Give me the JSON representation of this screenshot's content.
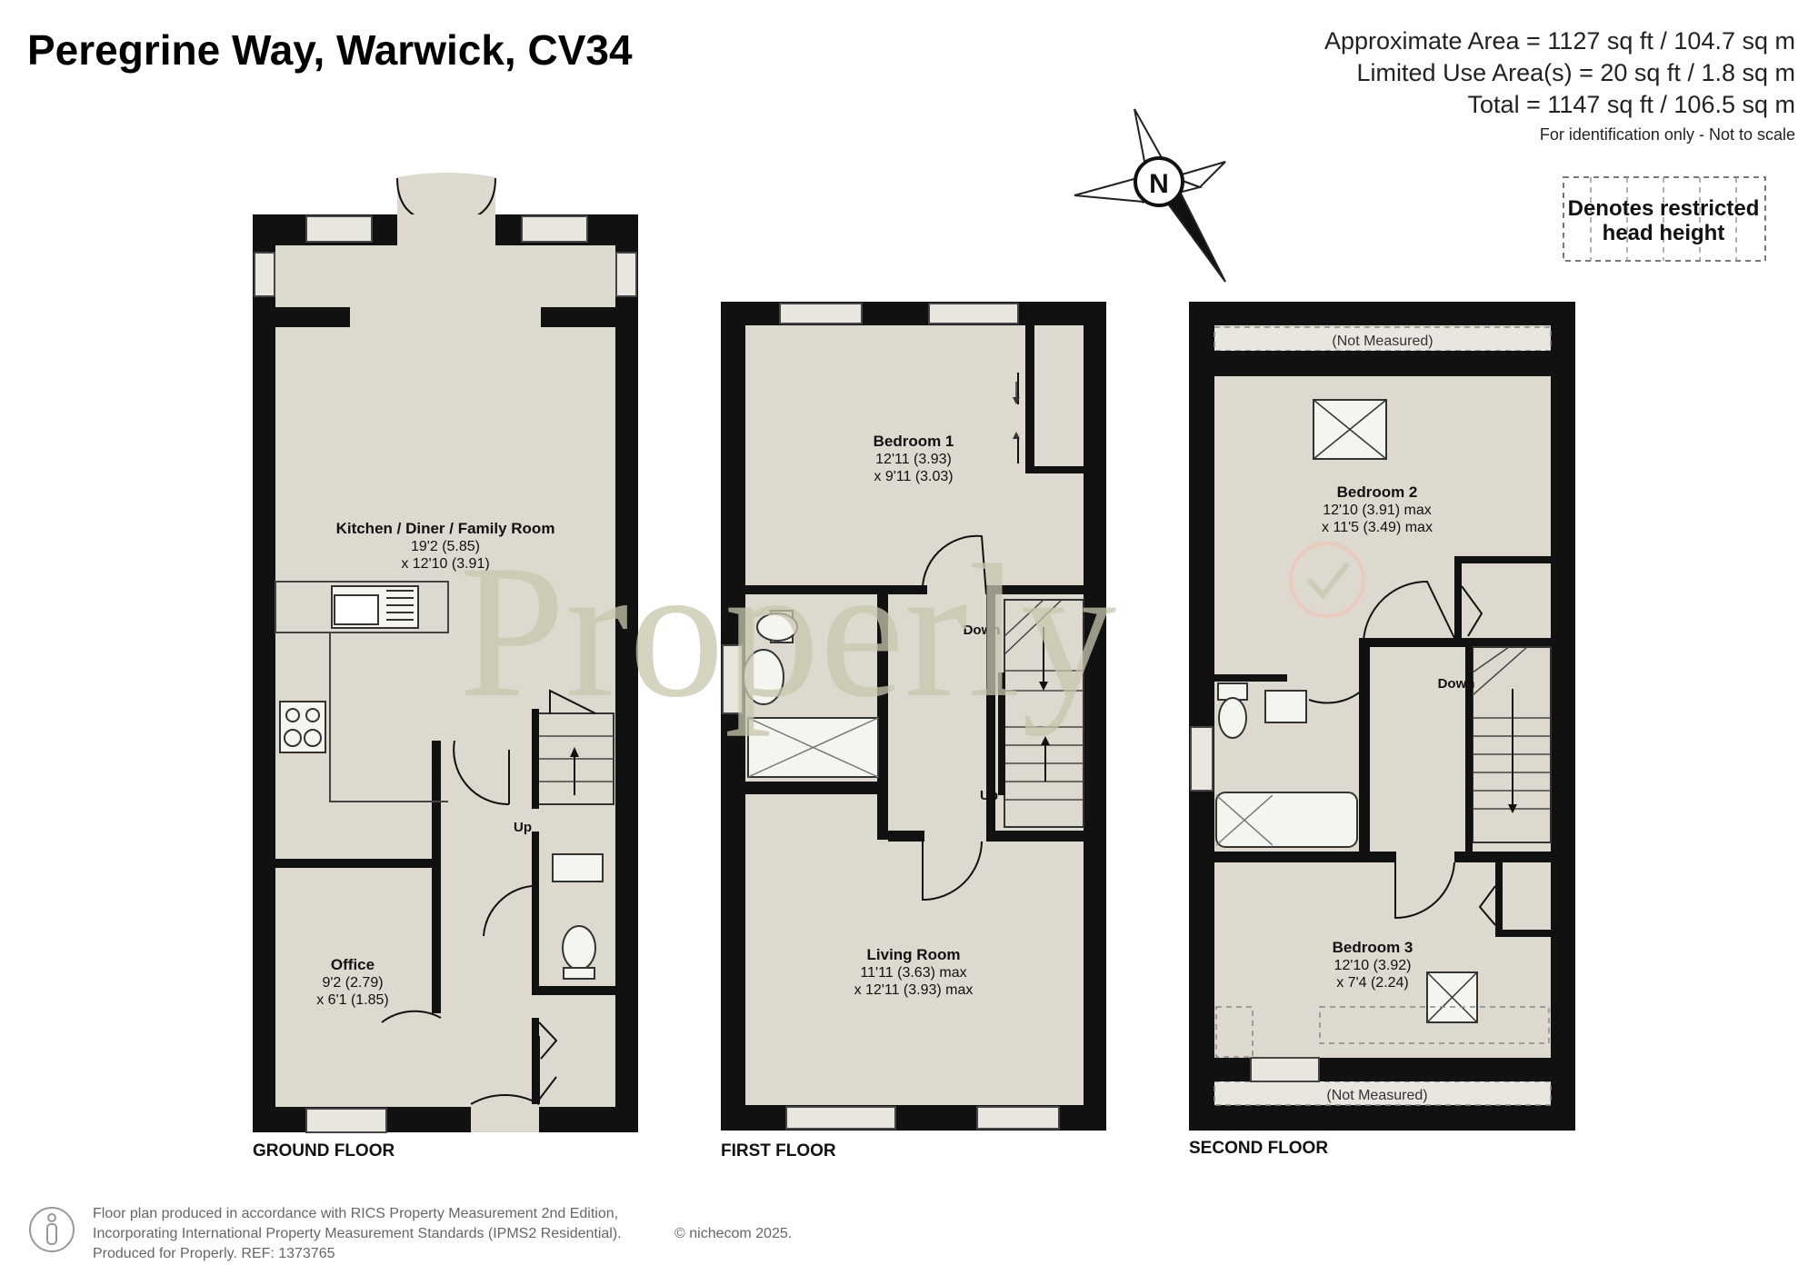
{
  "header": {
    "title": "Peregrine Way, Warwick, CV34",
    "area_lines": [
      "Approximate Area = 1127 sq ft / 104.7 sq m",
      "Limited Use Area(s) = 20 sq ft / 1.8 sq m",
      "Total = 1147 sq ft / 106.5 sq m"
    ],
    "note": "For identification only - Not to scale"
  },
  "compass": {
    "label": "N"
  },
  "legend": {
    "line1": "Denotes restricted",
    "line2": "head height"
  },
  "watermark": "Properly",
  "floors": {
    "ground": {
      "label": "GROUND FLOOR",
      "rooms": [
        {
          "name": "Kitchen / Diner / Family Room",
          "dim1": "19'2 (5.85)",
          "dim2": "x 12'10 (3.91)"
        },
        {
          "name": "Office",
          "dim1": "9'2 (2.79)",
          "dim2": "x 6'1 (1.85)"
        }
      ],
      "stairs": "Up"
    },
    "first": {
      "label": "FIRST FLOOR",
      "rooms": [
        {
          "name": "Bedroom 1",
          "dim1": "12'11 (3.93)",
          "dim2": "x 9'11 (3.03)"
        },
        {
          "name": "Living Room",
          "dim1": "11'11 (3.63) max",
          "dim2": "x 12'11 (3.93) max"
        }
      ],
      "stairs_down": "Down",
      "stairs_up": "Up"
    },
    "second": {
      "label": "SECOND FLOOR",
      "rooms": [
        {
          "name": "Bedroom 2",
          "dim1": "12'10 (3.91) max",
          "dim2": "x 11'5 (3.49) max"
        },
        {
          "name": "Bedroom 3",
          "dim1": "12'10 (3.92)",
          "dim2": "x 7'4 (2.24)"
        }
      ],
      "stairs_down": "Down",
      "not_measured_top": "(Not Measured)",
      "not_measured_bottom": "(Not Measured)"
    }
  },
  "footer": {
    "line1": "Floor plan produced in accordance with RICS Property Measurement 2nd Edition,",
    "line2": "Incorporating International Property Measurement Standards (IPMS2 Residential).",
    "line3": "Produced for Properly.   REF: 1373765",
    "copyright": "© nichecom 2025."
  },
  "colors": {
    "wall": "#111111",
    "floor": "#ddd9cf",
    "window": "#e8e6df",
    "watermark": "#c8c6ad",
    "watermark_badge": "#efc6b8"
  }
}
